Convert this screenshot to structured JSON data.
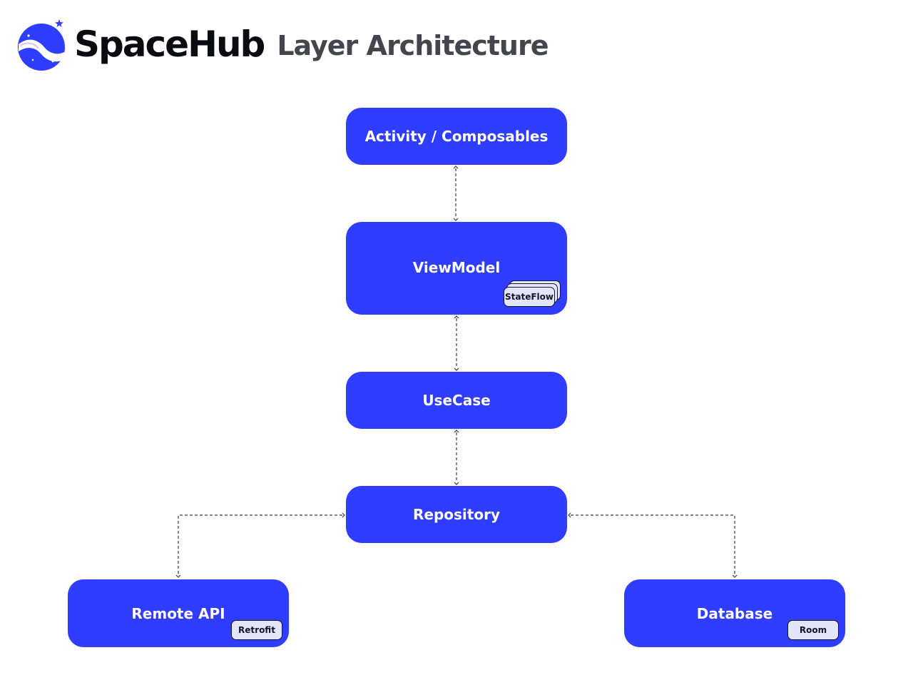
{
  "header": {
    "brand": "SpaceHub",
    "subtitle": "Layer Architecture"
  },
  "nodes": {
    "activity": {
      "label": "Activity / Composables"
    },
    "viewmodel": {
      "label": "ViewModel",
      "badge": "StateFlow"
    },
    "usecase": {
      "label": "UseCase"
    },
    "repository": {
      "label": "Repository"
    },
    "remote_api": {
      "label": "Remote API",
      "badge": "Retrofit"
    },
    "database": {
      "label": "Database",
      "badge": "Room"
    }
  },
  "colors": {
    "node_fill": "#2e3dff",
    "node_text": "#ffffff",
    "badge_fill": "#e3e5fb",
    "badge_border": "#14152a",
    "connector": "#3a3a44",
    "brand_text": "#0b0b12",
    "subtitle_text": "#44454d"
  }
}
